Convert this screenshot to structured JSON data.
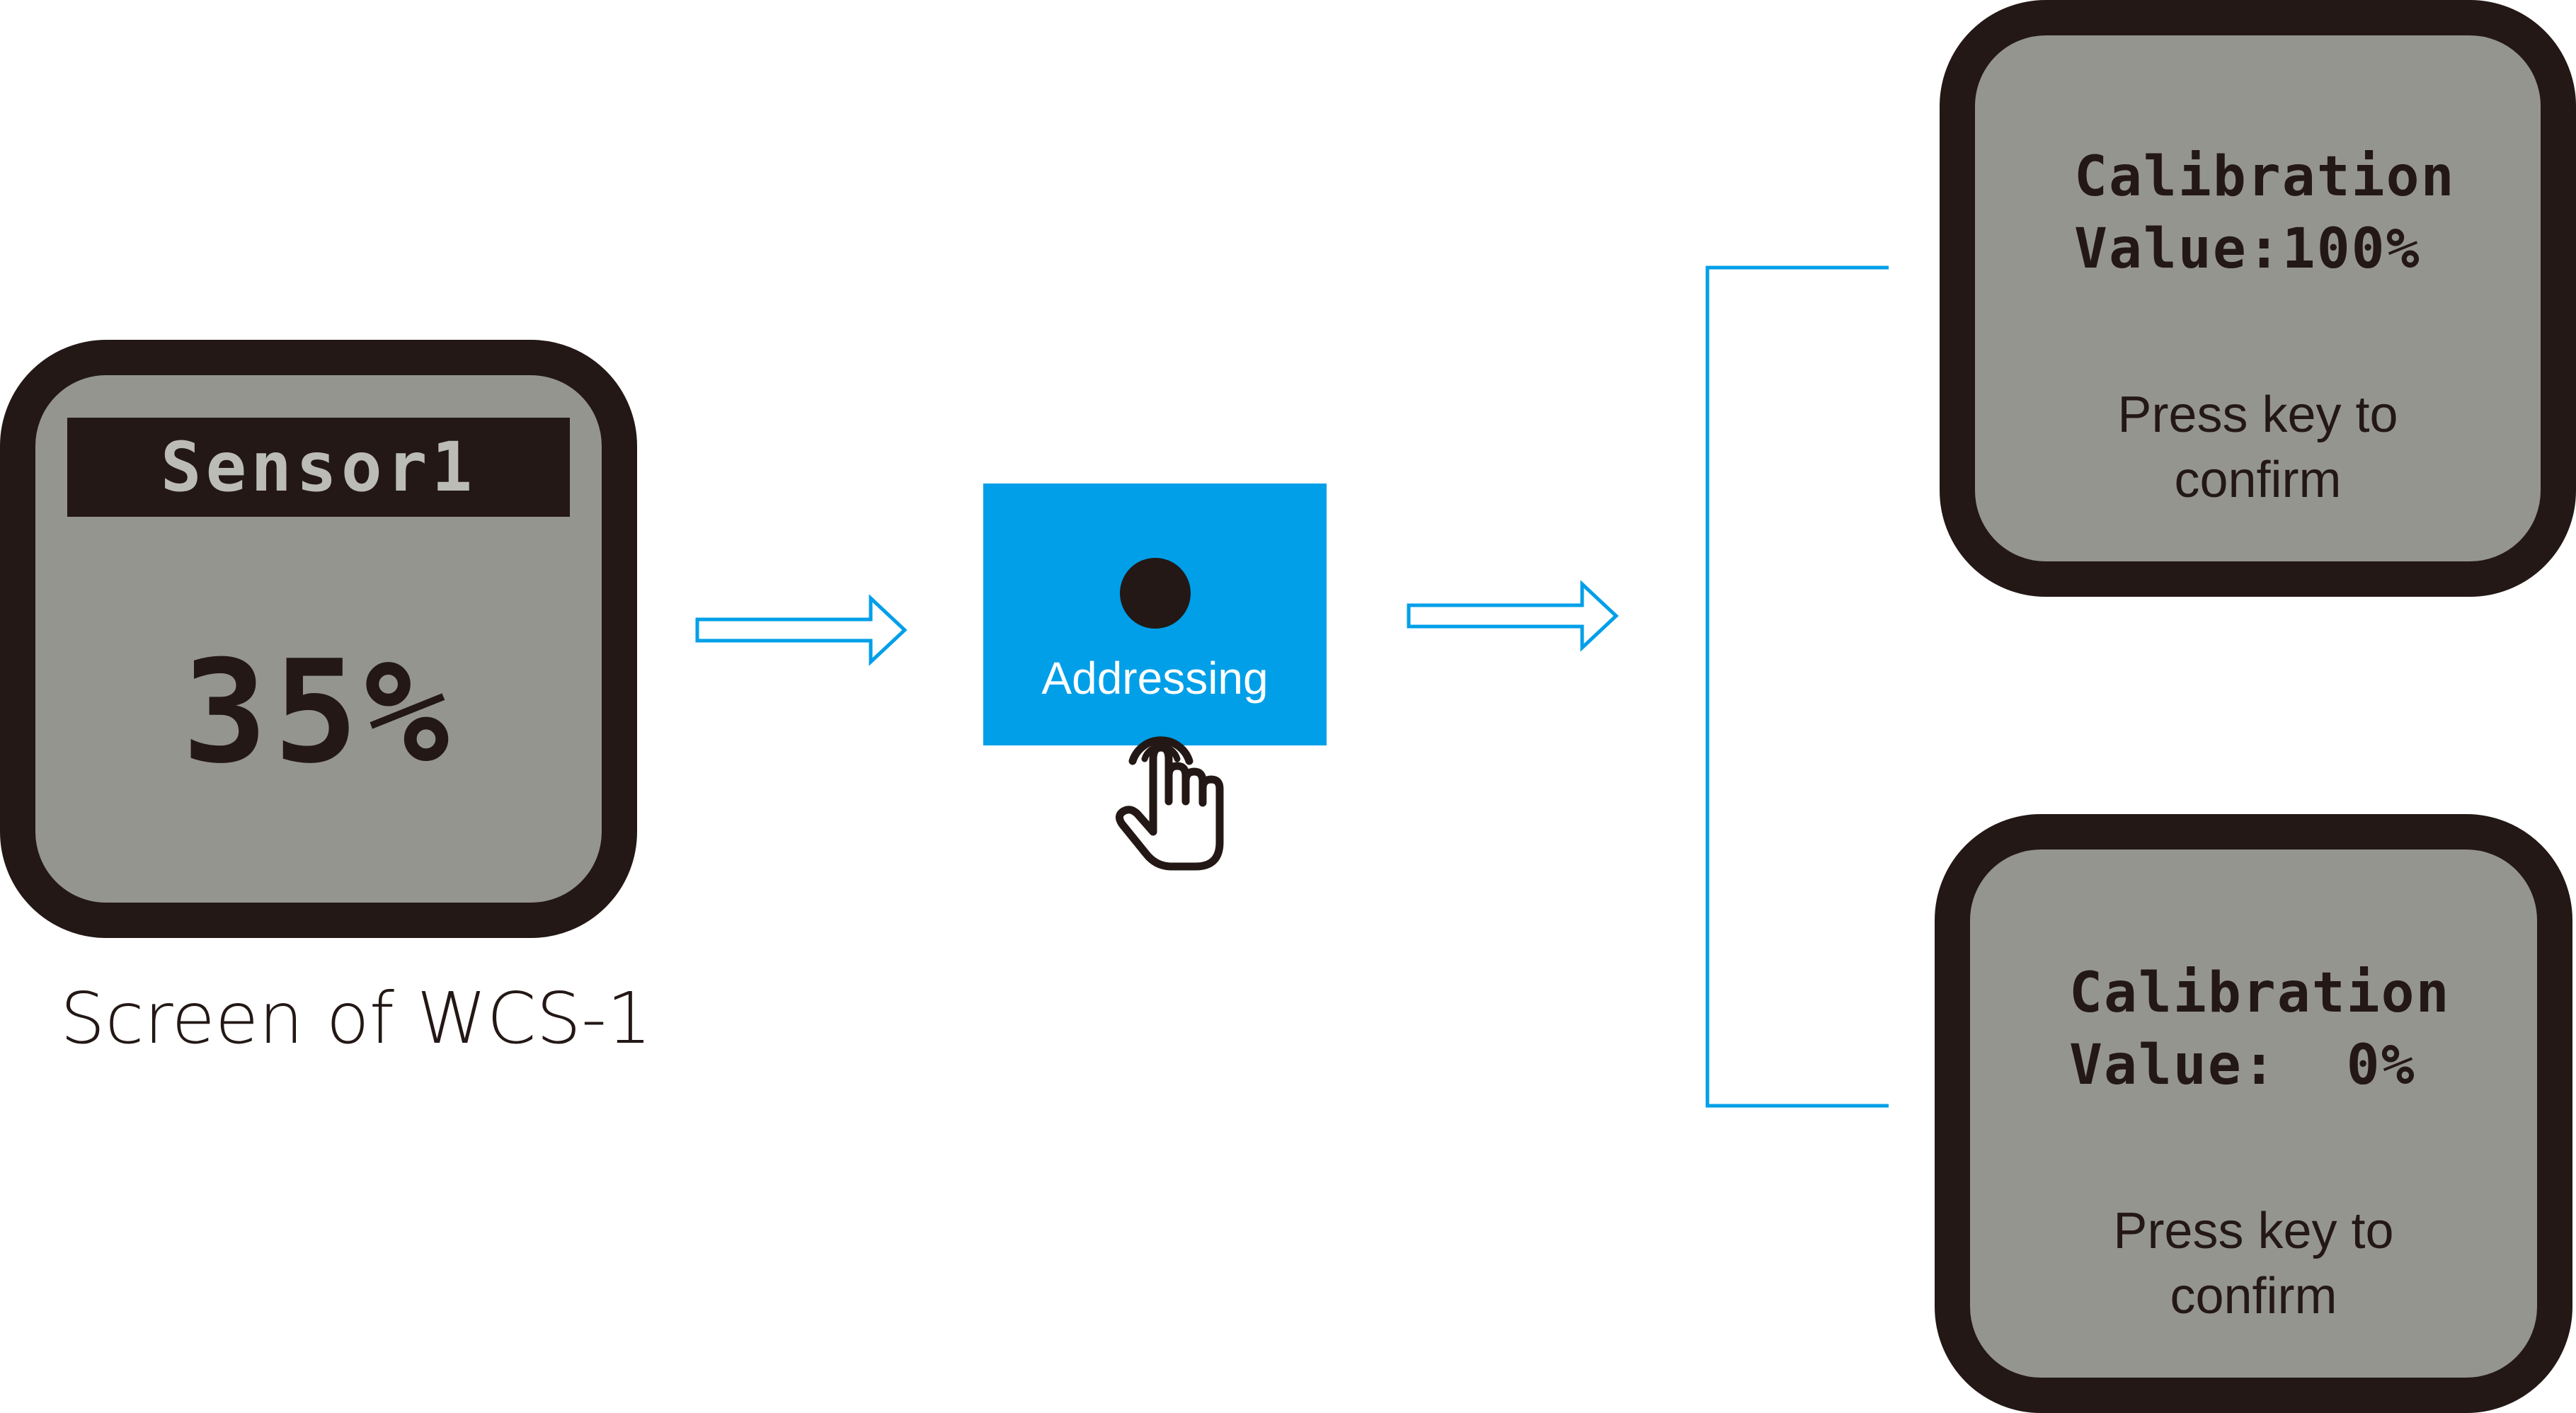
{
  "colors": {
    "accent": "#009fe8",
    "device_bezel": "#231815",
    "lcd_background": "#959590",
    "lcd_header_text": "#bcbcb6"
  },
  "device_screen": {
    "header": "Sensor1",
    "reading": "35%",
    "caption": "Screen of WCS-1"
  },
  "addressing_button": {
    "label": "Addressing",
    "indicator_icon": "dot-indicator-icon",
    "press_icon": "hand-pointer-icon"
  },
  "calibration_screens": [
    {
      "line1": "Calibration",
      "line2": "Value:100%",
      "hint_line1": "Press key to",
      "hint_line2": "confirm"
    },
    {
      "line1": "Calibration",
      "line2": "Value:  0%",
      "hint_line1": "Press key to",
      "hint_line2": "confirm"
    }
  ],
  "connectors": {
    "arrow_icon": "outline-arrow-right-icon",
    "branch_icon": "bracket-branch-connector"
  }
}
